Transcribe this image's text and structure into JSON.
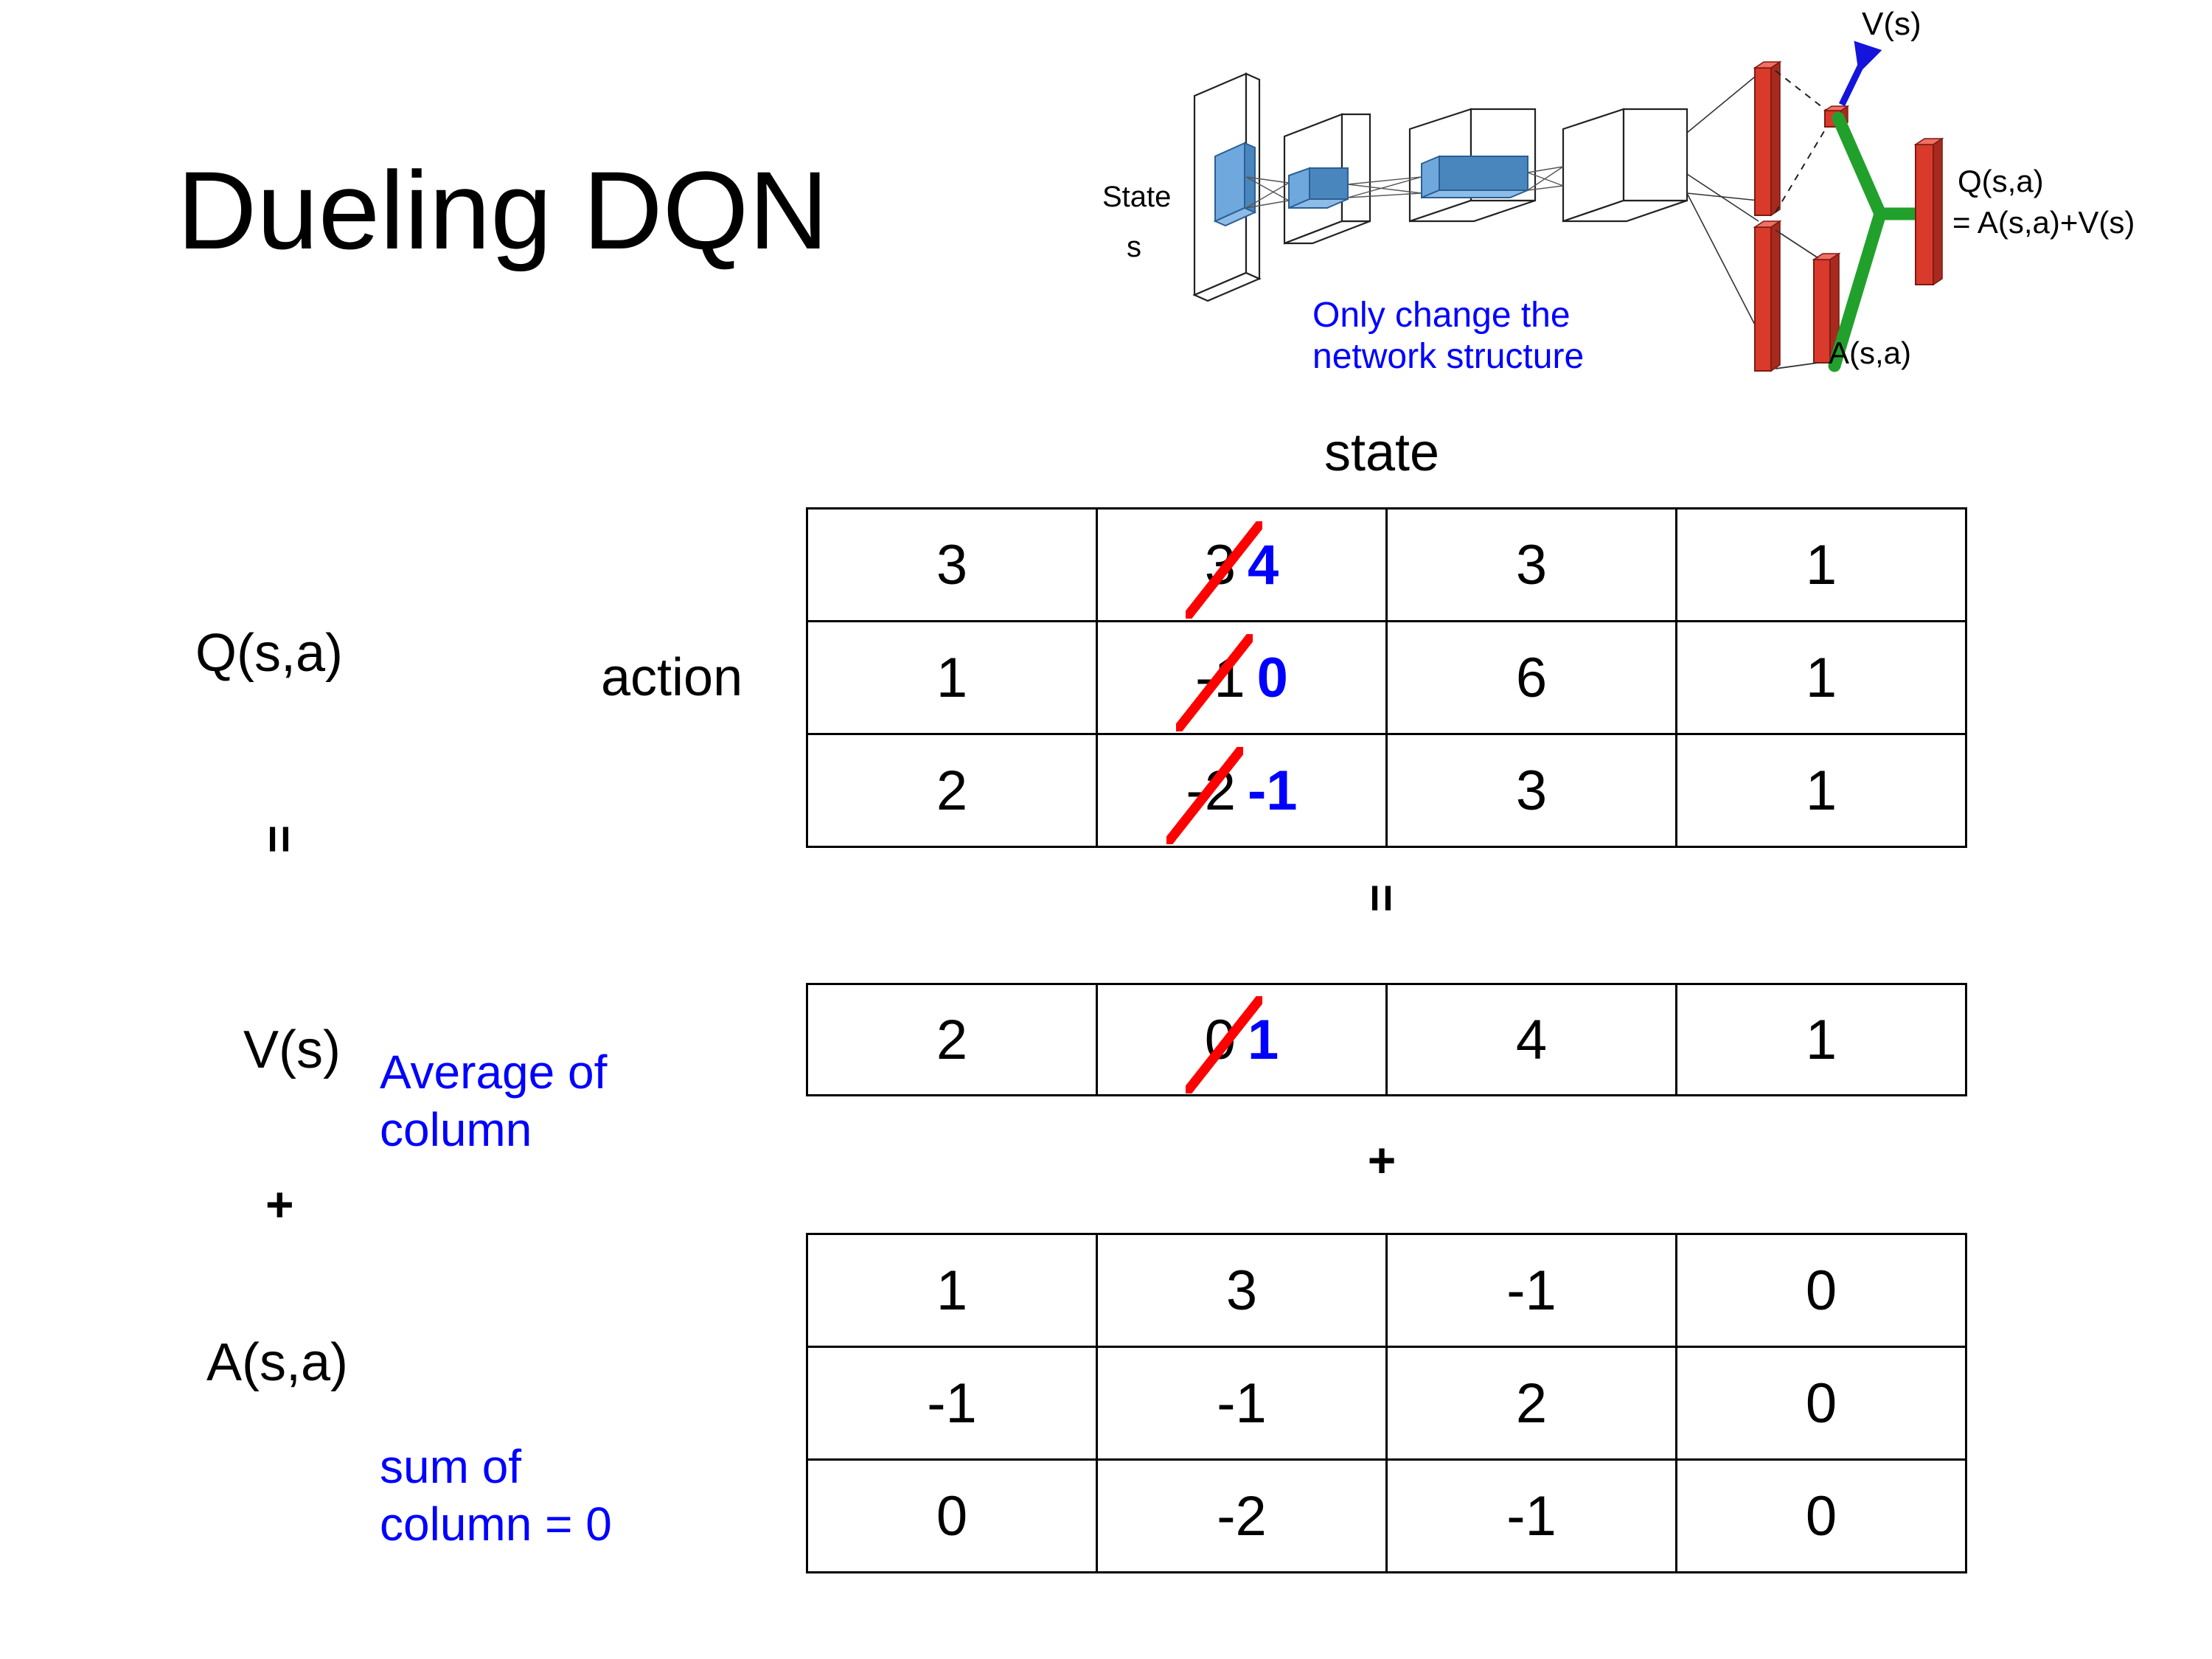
{
  "slide": {
    "title": "Dueling DQN"
  },
  "diagram": {
    "state_label": "State",
    "state_symbol": "s",
    "v_output": "V(s)",
    "q_output": "Q(s,a)",
    "q_formula": "= A(s,a)+V(s)",
    "a_output": "A(s,a)",
    "note": "Only change the\nnetwork structure",
    "note_color": "#0000FF",
    "stream_color": "#D93A2B",
    "merge_color": "#21A12B",
    "value_arrow_color": "#1414DC",
    "input_color": "#6FA8DC"
  },
  "axes": {
    "state_heading": "state",
    "action_heading": "action"
  },
  "labels": {
    "q": "Q(s,a)",
    "v": "V(s)",
    "a": "A(s,a)"
  },
  "operators": {
    "equals": "=",
    "plus": "+"
  },
  "notes": {
    "average": "Average of\ncolumn",
    "sum": "sum of\ncolumn = 0",
    "color": "#0000FF"
  },
  "chart_data": {
    "type": "table",
    "title": "Dueling DQN value/advantage decomposition",
    "xlabel": "state",
    "ylabel": "action",
    "tables": [
      {
        "name": "Q(s,a)",
        "rows": 3,
        "cols": 4,
        "values": [
          [
            "3",
            "3",
            "3",
            "1"
          ],
          [
            "1",
            "-1",
            "6",
            "1"
          ],
          [
            "2",
            "-2",
            "3",
            "1"
          ]
        ],
        "edits": [
          {
            "row": 0,
            "col": 1,
            "old": "3",
            "new": "4"
          },
          {
            "row": 1,
            "col": 1,
            "old": "-1",
            "new": "0"
          },
          {
            "row": 2,
            "col": 1,
            "old": "-2",
            "new": "-1"
          }
        ]
      },
      {
        "name": "V(s)",
        "rows": 1,
        "cols": 4,
        "values": [
          [
            "2",
            "0",
            "4",
            "1"
          ]
        ],
        "edits": [
          {
            "row": 0,
            "col": 1,
            "old": "0",
            "new": "1"
          }
        ]
      },
      {
        "name": "A(s,a)",
        "rows": 3,
        "cols": 4,
        "values": [
          [
            "1",
            "3",
            "-1",
            "0"
          ],
          [
            "-1",
            "-1",
            "2",
            "0"
          ],
          [
            "0",
            "-2",
            "-1",
            "0"
          ]
        ],
        "edits": []
      }
    ]
  }
}
